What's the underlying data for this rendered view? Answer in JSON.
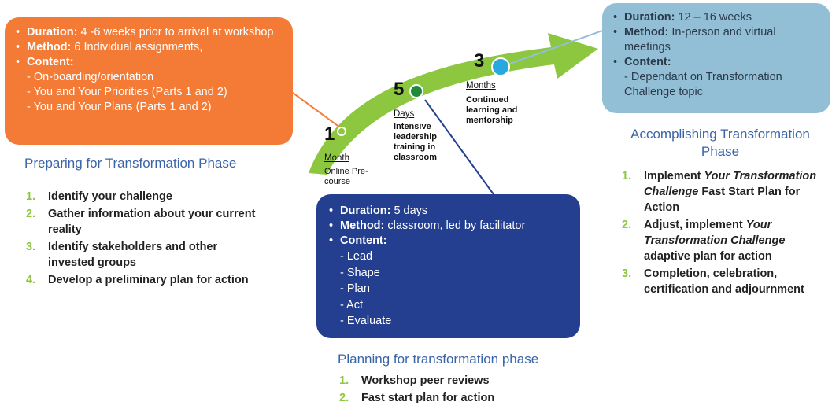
{
  "colors": {
    "orange": "#f47b36",
    "navy": "#243f90",
    "lightblue": "#92bfd5",
    "arrow": "#8dc63f",
    "title": "#3a64a8"
  },
  "preparing": {
    "duration_label": "Duration:",
    "duration_value": " 4 -6 weeks prior to arrival at workshop",
    "method_label": "Method:",
    "method_value": " 6 Individual assignments,",
    "content_label": "Content:",
    "content_items": [
      "- On-boarding/orientation",
      "- You and Your Priorities (Parts 1 and 2)",
      "- You and Your Plans (Parts 1 and 2)"
    ],
    "title": "Preparing for Transformation Phase",
    "steps": [
      {
        "num": "1.",
        "text": "Identify your challenge"
      },
      {
        "num": "2.",
        "text": "Gather information about your current reality"
      },
      {
        "num": "3.",
        "text": "Identify stakeholders and other invested groups"
      },
      {
        "num": "4.",
        "text": "Develop a preliminary  plan for action"
      }
    ]
  },
  "planning": {
    "duration_label": "Duration:",
    "duration_value": " 5 days",
    "method_label": "Method:",
    "method_value": " classroom, led by facilitator",
    "content_label": "Content:",
    "content_items": [
      "- Lead",
      "- Shape",
      "- Plan",
      "- Act",
      "- Evaluate"
    ],
    "title": "Planning for transformation phase",
    "steps": [
      {
        "num": "1.",
        "text": "Workshop peer reviews"
      },
      {
        "num": "2.",
        "text": "Fast start plan for action"
      }
    ]
  },
  "accomplishing": {
    "duration_label": "Duration:",
    "duration_value": " 12 – 16 weeks",
    "method_label": "Method:",
    "method_value": " In-person and virtual meetings",
    "content_label": "Content:",
    "content_items": [
      "- Dependant on Transformation Challenge topic"
    ],
    "title": "Accomplishing Transformation Phase",
    "steps": [
      {
        "num": "1.",
        "pre": "Implement ",
        "em": "Your Transformation Challenge",
        "post": " Fast Start Plan for Action"
      },
      {
        "num": "2.",
        "pre": "Adjust, implement ",
        "em": "Your Transformation Challenge",
        "post": " adaptive plan for action"
      },
      {
        "num": "3.",
        "pre": "Completion, celebration, certification and adjournment",
        "em": "",
        "post": ""
      }
    ]
  },
  "milestones": [
    {
      "num": "1",
      "unit": "Month",
      "desc": "Online Pre-course"
    },
    {
      "num": "5",
      "unit": "Days",
      "desc": "Intensive leadership training in classroom"
    },
    {
      "num": "3",
      "unit": "Months",
      "desc": "Continued learning and mentorship"
    }
  ]
}
